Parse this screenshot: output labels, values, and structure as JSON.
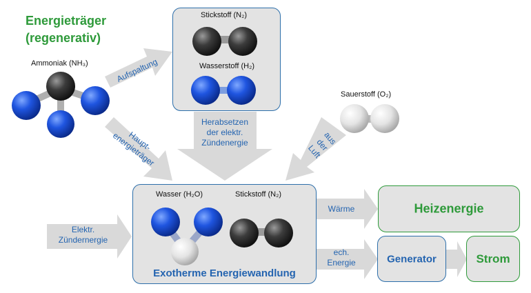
{
  "title_line1": "Energieträger",
  "title_line2": "(regenerativ)",
  "molecules": {
    "ammoniak": "Ammoniak (NH₃)",
    "stickstoff_top": "Stickstoff (N₂)",
    "wasserstoff": "Wasserstoff (H₂)",
    "sauerstoff": "Sauerstoff (O₂)",
    "wasser": "Wasser (H₂O)",
    "stickstoff_main": "Stickstoff (N₂)"
  },
  "arrows": {
    "aufspaltung": "Aufspaltung",
    "herabsetzen_1": "Herabsetzen",
    "herabsetzen_2": "der elektr.",
    "herabsetzen_3": "Zündenergie",
    "haupt_1": "Haupt-",
    "haupt_2": "energieträger",
    "luft_1": "aus",
    "luft_2": "der",
    "luft_3": "Luft",
    "elektr_1": "Elektr.",
    "elektr_2": "Zündernergie",
    "waerme": "Wärme",
    "ech_1": "ech.",
    "ech_2": "Energie"
  },
  "boxes": {
    "exotherm": "Exotherme Energiewandlung",
    "heizenergie": "Heizenergie",
    "generator": "Generator",
    "strom": "Strom"
  },
  "colors": {
    "green": "#2e9a3a",
    "blue": "#2464b0",
    "nitrogen_atom": "#1d4fd6",
    "carbon_gray_atom": "#3a3a3a",
    "white_atom": "#e6e6e6",
    "arrow_fill": "#d9d9d9"
  }
}
